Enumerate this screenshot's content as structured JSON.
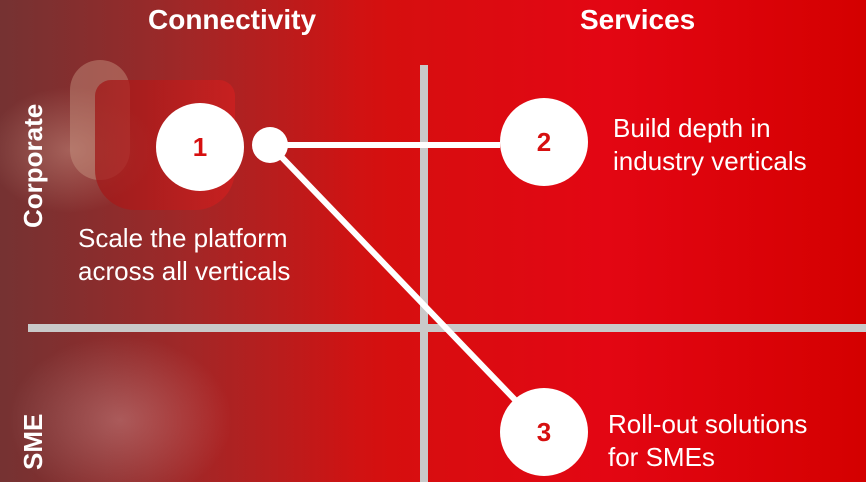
{
  "columns": {
    "connectivity": "Connectivity",
    "services": "Services"
  },
  "rows": {
    "corporate": "Corporate",
    "sme": "SME"
  },
  "steps": [
    {
      "number": "1",
      "caption_line1": "Scale the platform",
      "caption_line2": "across all verticals"
    },
    {
      "number": "2",
      "caption_line1": "Build depth in",
      "caption_line2": "industry verticals"
    },
    {
      "number": "3",
      "caption_line1": "Roll-out solutions",
      "caption_line2": "for SMEs"
    }
  ],
  "colors": {
    "accent": "#e30613",
    "badge_text": "#d60f0f",
    "grid": "#c9c9c9",
    "text": "#ffffff"
  }
}
